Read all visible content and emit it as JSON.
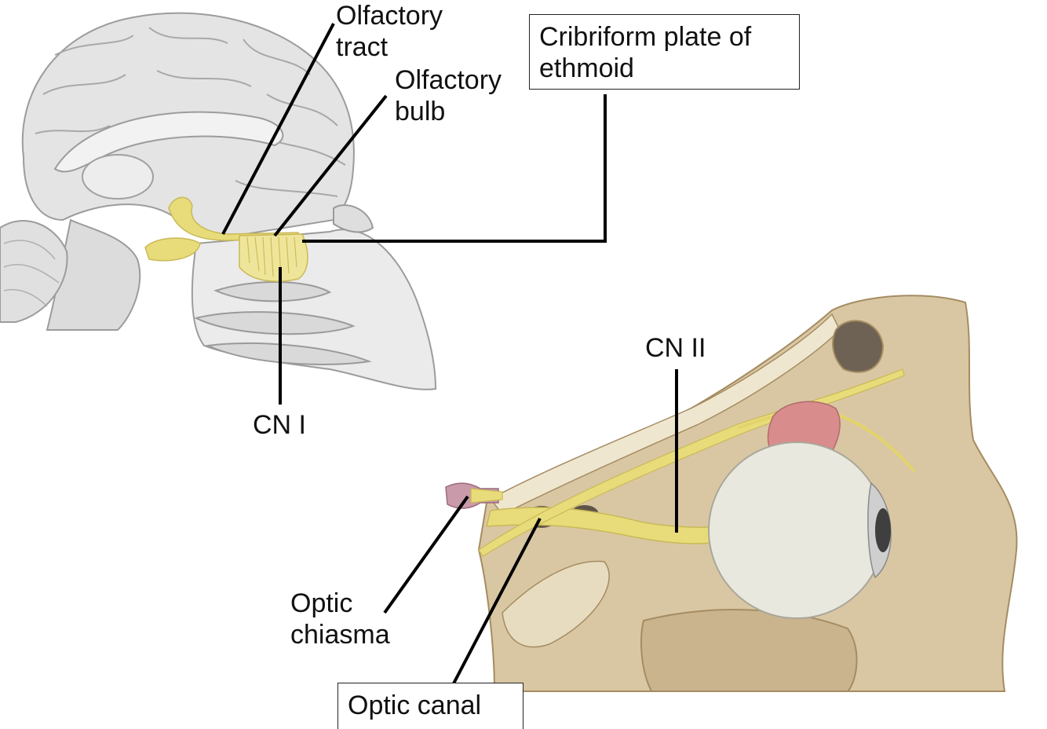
{
  "labels": {
    "olfactory_tract": [
      "Olfactory",
      "tract"
    ],
    "olfactory_bulb": [
      "Olfactory",
      "bulb"
    ],
    "cribriform_plate": [
      "Cribriform plate of",
      "ethmoid"
    ],
    "cn_i": "CN I",
    "cn_ii": "CN II",
    "optic_chiasma": [
      "Optic",
      "chiasma"
    ],
    "optic_canal": "Optic canal"
  },
  "colors": {
    "brain_fill": "#e6e6e6",
    "brain_line": "#9a9a9a",
    "nerve_yellow": "#e8dc7a",
    "bone": "#d9c7a3",
    "bone_dark": "#b9a27a",
    "eyeball": "#e9e8df",
    "gland": "#d98c8c",
    "leader": "#000000"
  }
}
